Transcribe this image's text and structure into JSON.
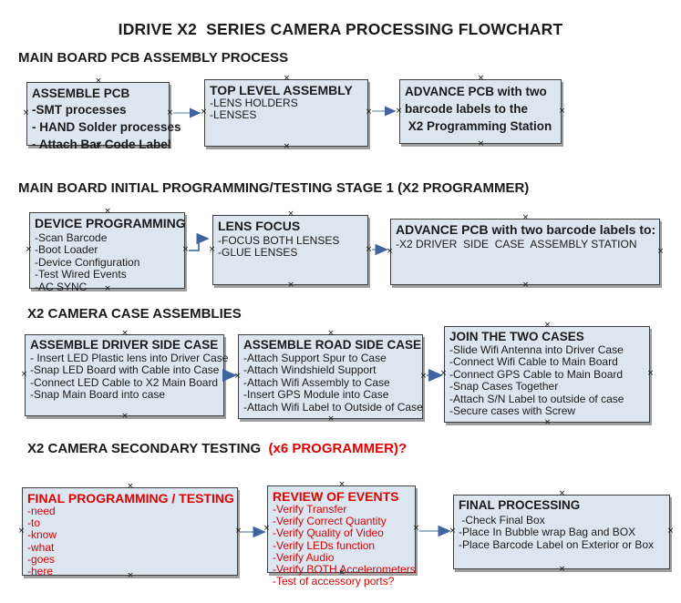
{
  "title": "IDRIVE X2  SERIES CAMERA PROCESSING FLOWCHART",
  "colors": {
    "box_fill": "#dce6f1",
    "box_border": "#3f3f3f",
    "box_shadow": "#9e9e9e",
    "arrow_line": "#8fa9c7",
    "arrow_head": "#3f64a0",
    "red_text": "#e00000",
    "black_text": "#1a1a1a"
  },
  "sections": [
    {
      "header": "MAIN BOARD PCB ASSEMBLY PROCESS",
      "header_suffix": "",
      "boxes": [
        {
          "title": "ASSEMBLE PCB",
          "items": [
            "-SMT processes",
            "- HAND Solder processes",
            "- Attach Bar Code Label"
          ]
        },
        {
          "title": "TOP LEVEL ASSEMBLY",
          "items": [
            "-LENS HOLDERS",
            "-LENSES"
          ]
        },
        {
          "title": "ADVANCE PCB with two",
          "items": [
            "barcode labels to the",
            " X2 Programming Station"
          ]
        }
      ]
    },
    {
      "header": "MAIN BOARD INITIAL PROGRAMMING/TESTING STAGE 1 (X2 PROGRAMMER)",
      "header_suffix": "",
      "boxes": [
        {
          "title": "DEVICE PROGRAMMING",
          "items": [
            "-Scan Barcode",
            "-Boot Loader",
            "-Device Configuration",
            "-Test Wired Events",
            "-AC SYNC"
          ]
        },
        {
          "title": "LENS FOCUS",
          "items": [
            "-FOCUS BOTH LENSES",
            "-GLUE LENSES"
          ]
        },
        {
          "title": "ADVANCE PCB with two barcode labels to:",
          "items": [
            "-X2 DRIVER  SIDE  CASE  ASSEMBLY STATION"
          ]
        }
      ]
    },
    {
      "header": "X2 CAMERA CASE ASSEMBLIES",
      "header_suffix": "",
      "boxes": [
        {
          "title": "ASSEMBLE DRIVER SIDE CASE",
          "items": [
            "- Insert LED Plastic lens into Driver Case",
            "-Snap LED Board with Cable into Case",
            "-Connect LED Cable to X2 Main Board",
            "-Snap Main Board into case"
          ]
        },
        {
          "title": "ASSEMBLE ROAD SIDE CASE",
          "items": [
            "-Attach Support Spur to Case",
            "-Attach Windshield Support",
            "-Attach Wifi Assembly to Case",
            "-Insert GPS Module into Case",
            "-Attach Wifi Label to Outside of Case"
          ]
        },
        {
          "title": "JOIN THE TWO CASES",
          "items": [
            "-Slide Wifi Antenna into Driver Case",
            "-Connect Wifi Cable to Main Board",
            "-Connect GPS Cable to Main Board",
            "-Snap Cases Together",
            "-Attach S/N Label to outside of case",
            "-Secure cases with Screw"
          ]
        }
      ]
    },
    {
      "header": "X2 CAMERA SECONDARY TESTING  ",
      "header_suffix": "(x6 PROGRAMMER)?",
      "boxes": [
        {
          "title": "FINAL PROGRAMMING / TESTING",
          "items": [
            "-need",
            "-to",
            "-know",
            "-what",
            "-goes",
            "-here"
          ]
        },
        {
          "title": "REVIEW OF EVENTS",
          "items": [
            "-Verify Transfer",
            "-Verify Correct Quantity",
            "-Verify Quality of Video",
            "-Verify LEDs function",
            "-Verify Audio",
            "-Verify BOTH Accelerometers",
            "-Test of accessory ports?"
          ]
        },
        {
          "title": "FINAL PROCESSING",
          "items": [
            " -Check Final Box",
            "-Place In Bubble wrap Bag and BOX",
            "-Place Barcode Label on Exterior or Box"
          ]
        }
      ]
    }
  ]
}
